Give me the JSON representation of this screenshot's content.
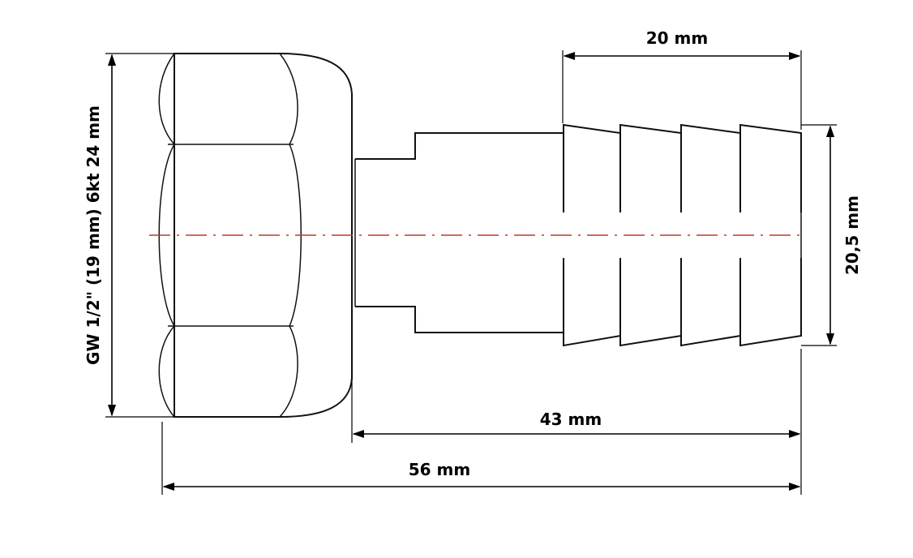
{
  "dimensions": {
    "thread_spec": "GW 1/2\" (19 mm) 6kt 24 mm",
    "barb_length": "20 mm",
    "barb_diameter": "20,5 mm",
    "body_length": "43 mm",
    "total_length": "56 mm"
  },
  "colors": {
    "centerline": "#c0392b",
    "outline": "#111111",
    "dimension": "#000000"
  }
}
